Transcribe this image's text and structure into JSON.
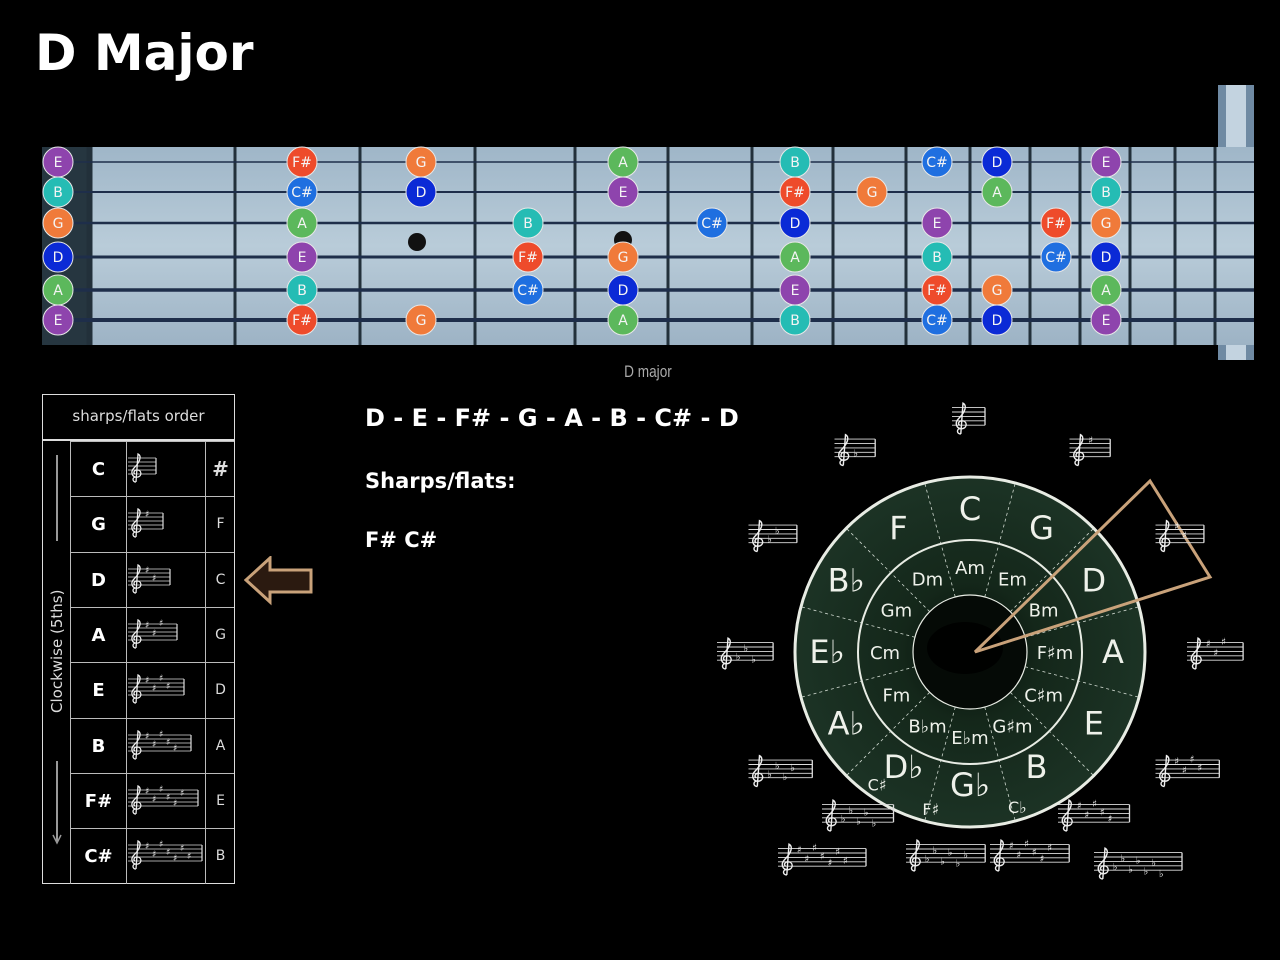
{
  "title": "D Major",
  "fretboard": {
    "caption": "D major",
    "note_colors": {
      "E": "#8e44ad",
      "B": "#25bcb4",
      "G": "#f07a3a",
      "D": "#0b2ad6",
      "A": "#5cb85c",
      "F#": "#ee4b2b",
      "C#": "#1f6fe0"
    },
    "strings": [
      {
        "name": "E",
        "notes": [
          [
            "E",
            0
          ],
          [
            "F#",
            2
          ],
          [
            "G",
            3
          ],
          [
            "A",
            5
          ],
          [
            "B",
            7
          ],
          [
            "C#",
            9
          ],
          [
            "D",
            10
          ],
          [
            "E",
            12
          ]
        ]
      },
      {
        "name": "B",
        "notes": [
          [
            "B",
            0
          ],
          [
            "C#",
            2
          ],
          [
            "D",
            3
          ],
          [
            "E",
            5
          ],
          [
            "F#",
            7
          ],
          [
            "G",
            8
          ],
          [
            "A",
            10
          ],
          [
            "B",
            12
          ]
        ]
      },
      {
        "name": "G",
        "notes": [
          [
            "G",
            0
          ],
          [
            "A",
            2
          ],
          [
            "B",
            4
          ],
          [
            "C#",
            6
          ],
          [
            "D",
            7
          ],
          [
            "E",
            9
          ],
          [
            "F#",
            11
          ],
          [
            "G",
            12
          ]
        ]
      },
      {
        "name": "D",
        "notes": [
          [
            "D",
            0
          ],
          [
            "E",
            2
          ],
          [
            "F#",
            4
          ],
          [
            "G",
            5
          ],
          [
            "A",
            7
          ],
          [
            "B",
            9
          ],
          [
            "C#",
            11
          ],
          [
            "D",
            12
          ]
        ]
      },
      {
        "name": "A",
        "notes": [
          [
            "A",
            0
          ],
          [
            "B",
            2
          ],
          [
            "C#",
            4
          ],
          [
            "D",
            5
          ],
          [
            "E",
            7
          ],
          [
            "F#",
            9
          ],
          [
            "G",
            10
          ],
          [
            "A",
            12
          ]
        ]
      },
      {
        "name": "E",
        "notes": [
          [
            "E",
            0
          ],
          [
            "F#",
            2
          ],
          [
            "G",
            3
          ],
          [
            "A",
            5
          ],
          [
            "B",
            7
          ],
          [
            "C#",
            9
          ],
          [
            "D",
            10
          ],
          [
            "E",
            12
          ]
        ]
      }
    ]
  },
  "scale": "D - E - F# - G - A - B - C# - D",
  "sharps_flats_label": "Sharps/flats:",
  "sharps_flats_value": "F# C#",
  "table": {
    "header": "sharps/flats order",
    "side_label": "Clockwise (5ths)",
    "rows": [
      {
        "key": "C",
        "sharps": 0,
        "acc": "#"
      },
      {
        "key": "G",
        "sharps": 1,
        "acc": "F"
      },
      {
        "key": "D",
        "sharps": 2,
        "acc": "C"
      },
      {
        "key": "A",
        "sharps": 3,
        "acc": "G"
      },
      {
        "key": "E",
        "sharps": 4,
        "acc": "D"
      },
      {
        "key": "B",
        "sharps": 5,
        "acc": "A"
      },
      {
        "key": "F#",
        "sharps": 6,
        "acc": "E"
      },
      {
        "key": "C#",
        "sharps": 7,
        "acc": "B"
      }
    ]
  },
  "circle_of_fifths": {
    "majors": [
      "C",
      "G",
      "D",
      "A",
      "E",
      "B",
      "G♭",
      "D♭",
      "A♭",
      "E♭",
      "B♭",
      "F"
    ],
    "minors": [
      "Am",
      "Em",
      "Bm",
      "F♯m",
      "C♯m",
      "G♯m",
      "E♭m",
      "B♭m",
      "Fm",
      "Cm",
      "Gm",
      "Dm"
    ],
    "enharmonics": [
      {
        "label": "C♭",
        "pos": 5
      },
      {
        "label": "F♯",
        "pos": 6
      },
      {
        "label": "C♯",
        "pos": 7
      }
    ],
    "signatures": [
      {
        "pos": 0,
        "type": "none",
        "count": 0
      },
      {
        "pos": 1,
        "type": "sharp",
        "count": 1
      },
      {
        "pos": 2,
        "type": "sharp",
        "count": 2
      },
      {
        "pos": 3,
        "type": "sharp",
        "count": 3
      },
      {
        "pos": 4,
        "type": "sharp",
        "count": 4
      },
      {
        "pos": 5,
        "type": "sharp",
        "count": 5
      },
      {
        "pos": 7,
        "type": "flat",
        "count": 5
      },
      {
        "pos": 8,
        "type": "flat",
        "count": 4
      },
      {
        "pos": 9,
        "type": "flat",
        "count": 3
      },
      {
        "pos": 10,
        "type": "flat",
        "count": 2
      },
      {
        "pos": 11,
        "type": "flat",
        "count": 1
      }
    ],
    "highlight": "D",
    "colors": {
      "ring": "#1c3325",
      "line": "#e8ece4",
      "pointer": "#c9a27a"
    }
  }
}
